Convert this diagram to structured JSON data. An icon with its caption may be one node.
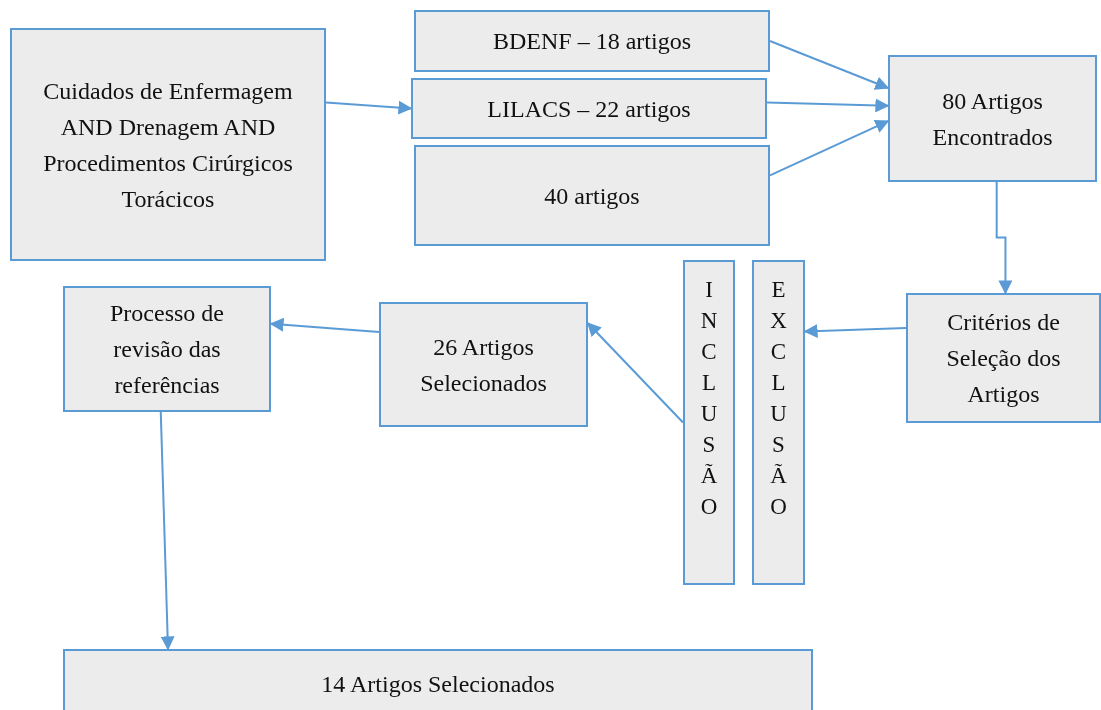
{
  "diagram": {
    "nodes": [
      {
        "text": [
          "Cuidados de Enfermagem AND Drenagem AND Procedimentos Cirúrgicos Torácicos"
        ]
      },
      {
        "text": [
          "BDENF – 18 artigos"
        ]
      },
      {
        "text": [
          "LILACS – 22 artigos"
        ]
      },
      {
        "text": [
          "40 artigos"
        ]
      },
      {
        "text": [
          "80 Artigos Encontrados"
        ]
      },
      {
        "text": [
          "Critérios de Seleção dos Artigos"
        ]
      },
      {
        "text": [
          "EXCLUSÃO"
        ]
      },
      {
        "text": [
          "INCLUSÃO"
        ]
      },
      {
        "text": [
          "26 Artigos Selecionados"
        ]
      },
      {
        "text": [
          "Processo de revisão das referências"
        ]
      },
      {
        "text": [
          "14 Artigos Selecionados"
        ]
      }
    ],
    "edges": [
      {
        "from": 0,
        "to": 2,
        "arrow": "to"
      },
      {
        "from": 1,
        "to": 4,
        "arrow": "to"
      },
      {
        "from": 2,
        "to": 4,
        "arrow": "to"
      },
      {
        "from": 3,
        "to": 4,
        "arrow": "to"
      },
      {
        "from": 4,
        "to": 5,
        "arrow": "to"
      },
      {
        "from": 5,
        "to": 6,
        "arrow": "to"
      },
      {
        "from": 7,
        "to": 8,
        "arrow": "to"
      },
      {
        "from": 8,
        "to": 9,
        "arrow": "to"
      },
      {
        "from": 9,
        "to": 10,
        "arrow": "to"
      }
    ]
  }
}
